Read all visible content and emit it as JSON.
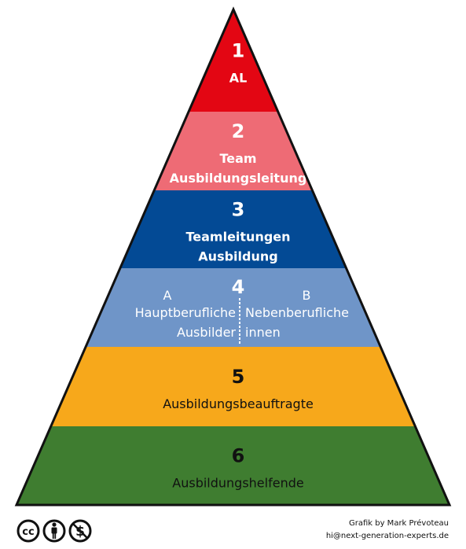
{
  "pyramid": {
    "levels": [
      {
        "number": "1",
        "label_lines": [
          "AL"
        ],
        "color": "#e30613",
        "text_color": "#ffffff"
      },
      {
        "number": "2",
        "label_lines": [
          "Team",
          "Ausbildungsleitung"
        ],
        "color": "#ee6b75",
        "text_color": "#ffffff"
      },
      {
        "number": "3",
        "label_lines": [
          "Teamleitungen",
          "Ausbildung"
        ],
        "color": "#034a95",
        "text_color": "#ffffff"
      },
      {
        "number": "4",
        "label_lines": [],
        "color": "#6f95c8",
        "text_color": "#ffffff",
        "split": {
          "left": {
            "letter": "A",
            "line1": "Hauptberufliche",
            "line2": "Ausbilder"
          },
          "right": {
            "letter": "B",
            "line1": "Nebenberufliche",
            "line2": "innen"
          }
        }
      },
      {
        "number": "5",
        "label_lines": [
          "Ausbildungsbeauftragte"
        ],
        "color": "#f7a81b",
        "text_color": "#111111"
      },
      {
        "number": "6",
        "label_lines": [
          "Ausbildungshelfende"
        ],
        "color": "#3f7d30",
        "text_color": "#111111"
      }
    ]
  },
  "footer": {
    "credit": "Grafik by Mark Prévoteau",
    "email": "hi@next-generation-experts.de",
    "license_icons": [
      "cc-icon",
      "by-icon",
      "nc-icon"
    ],
    "license_text": "cc"
  }
}
